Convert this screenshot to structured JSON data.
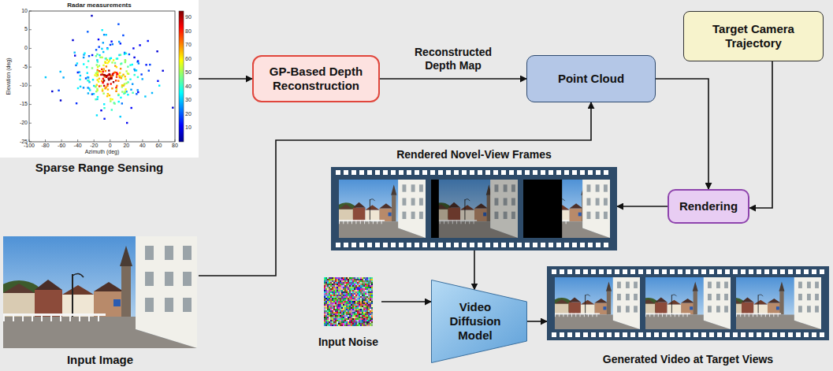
{
  "diagram": {
    "nodes": [
      {
        "text": [
          "Sparse Range Sensing"
        ]
      },
      {
        "text": [
          "GP-Based Depth Reconstruction"
        ]
      },
      {
        "text": [
          "Point Cloud"
        ]
      },
      {
        "text": [
          "Target Camera Trajectory"
        ]
      },
      {
        "text": [
          "Rendered Novel-View Frames"
        ]
      },
      {
        "text": [
          "Rendering"
        ]
      },
      {
        "text": [
          "Input Image"
        ]
      },
      {
        "text": [
          "Input Noise"
        ]
      },
      {
        "text": [
          "Video Diffusion Model"
        ]
      },
      {
        "text": [
          "Generated Video at Target Views"
        ]
      }
    ],
    "edges": [
      {
        "from": 0,
        "to": 1,
        "arrow": "to"
      },
      {
        "from": 1,
        "to": 2,
        "label": "Reconstructed Depth Map",
        "arrow": "to"
      },
      {
        "from": 6,
        "to": 2,
        "arrow": "to"
      },
      {
        "from": 2,
        "to": 5,
        "arrow": "to"
      },
      {
        "from": 3,
        "to": 5,
        "arrow": "to"
      },
      {
        "from": 5,
        "to": 4,
        "arrow": "to"
      },
      {
        "from": 4,
        "to": 8,
        "arrow": "to"
      },
      {
        "from": 7,
        "to": 8,
        "arrow": "to"
      },
      {
        "from": 8,
        "to": 9,
        "arrow": "to"
      }
    ],
    "labels": [
      "Radar measurements",
      "Elevation (deg)",
      "Azimuth (deg)",
      "10",
      "5",
      "0",
      "-5",
      "-10",
      "-15",
      "-20",
      "-25",
      "-100",
      "-80",
      "-60",
      "-40",
      "-20",
      "0",
      "20",
      "40",
      "60",
      "80",
      "90",
      "80",
      "70",
      "60",
      "50",
      "40",
      "30",
      "20",
      "10"
    ]
  }
}
